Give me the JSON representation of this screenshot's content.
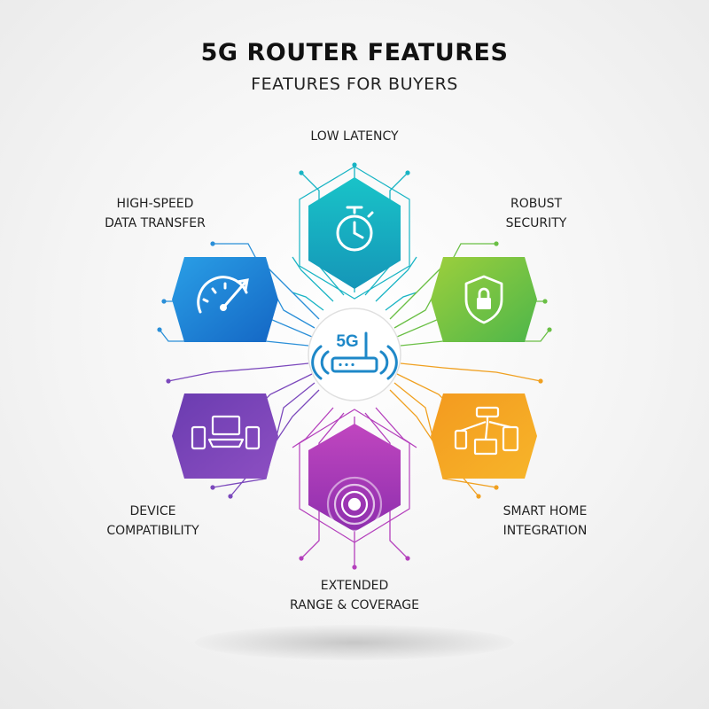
{
  "header": {
    "title": "5G ROUTER FEATURES",
    "subtitle": "FEATURES FOR BUYERS"
  },
  "center": {
    "badge_text": "5G",
    "icon": "wifi-router-icon",
    "color": "#1e88c8"
  },
  "features": [
    {
      "id": "low-latency",
      "lines": [
        "LOW LATENCY"
      ],
      "icon": "stopwatch-icon",
      "color": "#14b8c6"
    },
    {
      "id": "robust-security",
      "lines": [
        "ROBUST",
        "SECURITY"
      ],
      "icon": "shield-lock-icon",
      "color": "#7cc241"
    },
    {
      "id": "smart-home",
      "lines": [
        "SMART HOME",
        "INTEGRATION"
      ],
      "icon": "smart-home-devices-icon",
      "color": "#f39a1f"
    },
    {
      "id": "extended-range",
      "lines": [
        "EXTENDED",
        "RANGE & COVERAGE"
      ],
      "icon": "concentric-rings-icon",
      "color": "#b33fb8"
    },
    {
      "id": "device-compatibility",
      "lines": [
        "DEVICE",
        "COMPATIBILITY"
      ],
      "icon": "devices-icon",
      "color": "#7a44b8"
    },
    {
      "id": "high-speed",
      "lines": [
        "HIGH-SPEED",
        "DATA TRANSFER"
      ],
      "icon": "speedometer-icon",
      "color": "#1a7fd6"
    }
  ]
}
